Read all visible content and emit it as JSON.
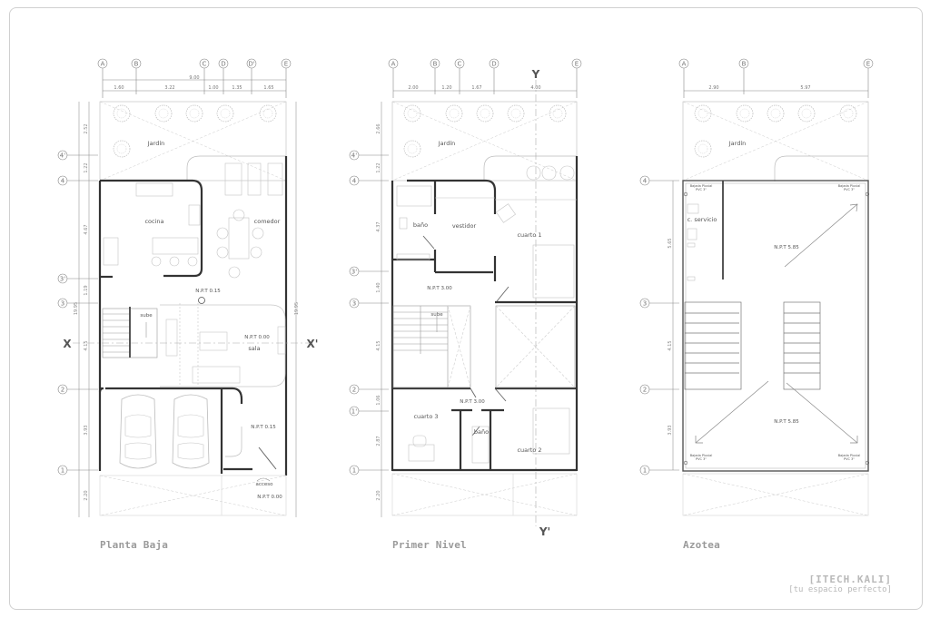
{
  "plans": [
    {
      "title": "Planta Baja",
      "axes_x": [
        "A",
        "B",
        "C",
        "D",
        "D'",
        "E"
      ],
      "dims_x": [
        "1.60",
        "3.22",
        "1.00",
        "1.35",
        "1.65"
      ],
      "total_x": "9.00",
      "axes_y": [
        "4'",
        "4",
        "3'",
        "3",
        "2",
        "1"
      ],
      "dims_y": [
        "2.52",
        "1.22",
        "4.67",
        "1.19",
        "4.15",
        "3.93",
        "2.20"
      ],
      "total_y": "19.95",
      "section": {
        "left": "X",
        "right": "X'"
      },
      "rooms": {
        "jardin": "Jardín",
        "cocina": "cocina",
        "comedor": "comedor",
        "sala": "sala",
        "sube": "sube",
        "acceso": "acceso"
      },
      "levels": [
        "N.P.T 0.15",
        "N.P.T 0.00",
        "N.P.T 0.15",
        "N.P.T 0.00"
      ]
    },
    {
      "title": "Primer Nivel",
      "axes_x": [
        "A",
        "B",
        "C",
        "D",
        "E"
      ],
      "dims_x": [
        "2.00",
        "1.20",
        "1.67",
        "4.00"
      ],
      "axes_y": [
        "4'",
        "4",
        "3'",
        "3",
        "2",
        "1'",
        "1"
      ],
      "dims_y": [
        "2.66",
        "1.22",
        "4.37",
        "1.40",
        "4.15",
        "1.06",
        "2.87",
        "2.20"
      ],
      "section": {
        "top": "Y",
        "bottom": "Y'"
      },
      "rooms": {
        "jardin": "Jardín",
        "bano1": "baño",
        "vestidor": "vestidor",
        "cuarto1": "cuarto 1",
        "sube": "sube",
        "cuarto3": "cuarto 3",
        "bano2": "baño",
        "cuarto2": "cuarto 2"
      },
      "levels": [
        "N.P.T 3.00",
        "N.P.T 3.00"
      ]
    },
    {
      "title": "Azotea",
      "axes_x": [
        "A",
        "B",
        "E"
      ],
      "dims_x": [
        "2.90",
        "5.97"
      ],
      "axes_y": [
        "4",
        "3",
        "2",
        "1"
      ],
      "dims_y": [
        "5.65",
        "4.15",
        "3.93"
      ],
      "rooms": {
        "jardin": "Jardín",
        "servicio": "c. servicio"
      },
      "levels": [
        "N.P.T 5.85",
        "N.P.T 5.85"
      ],
      "drain_label": "Bajada Pluvial",
      "drain_sub": "PVC 3\""
    }
  ],
  "brand": {
    "name": "[ITECH.KALI]",
    "tagline": "[tu espacio perfecto]"
  }
}
